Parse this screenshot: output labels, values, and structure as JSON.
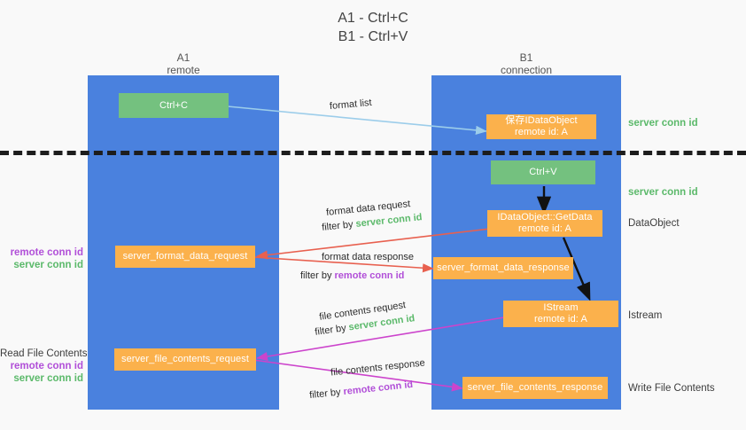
{
  "title": "A1 - Ctrl+C\nB1 - Ctrl+V",
  "columns": [
    {
      "name": "A1",
      "sub": "remote"
    },
    {
      "name": "B1",
      "sub": "connection"
    }
  ],
  "boxes": {
    "ctrl_c": "Ctrl+C",
    "ctrl_v": "Ctrl+V",
    "save_dataobject_line1": "保存IDataObject",
    "save_dataobject_line2": "remote id: A",
    "getdata_line1": "IDataObject::GetData",
    "getdata_line2": "remote id: A",
    "istream_line1": "IStream",
    "istream_line2": "remote id: A",
    "server_format_data_request": "server_format_data_request",
    "server_format_data_response": "server_format_data_response",
    "server_file_contents_request": "server_file_contents_request",
    "server_file_contents_response": "server_file_contents_response"
  },
  "arrows": {
    "format_list": "format list",
    "format_data_request": "format data request",
    "format_data_request_filter_prefix": "filter by ",
    "format_data_request_filter_value": "server conn id",
    "format_data_response": "format data response",
    "format_data_response_filter_prefix": "filter by ",
    "format_data_response_filter_value": "remote conn id",
    "file_contents_request": "file contents request",
    "file_contents_request_filter_prefix": "filter by ",
    "file_contents_request_filter_value": "server conn id",
    "file_contents_response": "file contents response",
    "file_contents_response_filter_prefix": "filter by ",
    "file_contents_response_filter_value": "remote conn id"
  },
  "right_labels": {
    "server_conn_id_top": "server conn id",
    "server_conn_id_mid": "server conn id",
    "dataobject": "DataObject",
    "istream": "Istream",
    "write_file_contents": "Write File Contents"
  },
  "left_labels": {
    "format_remote_conn_id": "remote conn id",
    "format_server_conn_id": "server conn id",
    "read_file_contents": "Read File Contents",
    "file_remote_conn_id": "remote conn id",
    "file_server_conn_id": "server conn id"
  },
  "colors": {
    "lane": "#4a81de",
    "green_box": "#74c17f",
    "orange_box": "#fbb14c",
    "green_text": "#5bb96a",
    "purple_text": "#b14fd8",
    "arrow_blue": "#9ccdea",
    "arrow_red": "#e8604f",
    "arrow_magenta": "#cc44cc",
    "arrow_black": "#111111",
    "background": "#f9f9f9"
  }
}
